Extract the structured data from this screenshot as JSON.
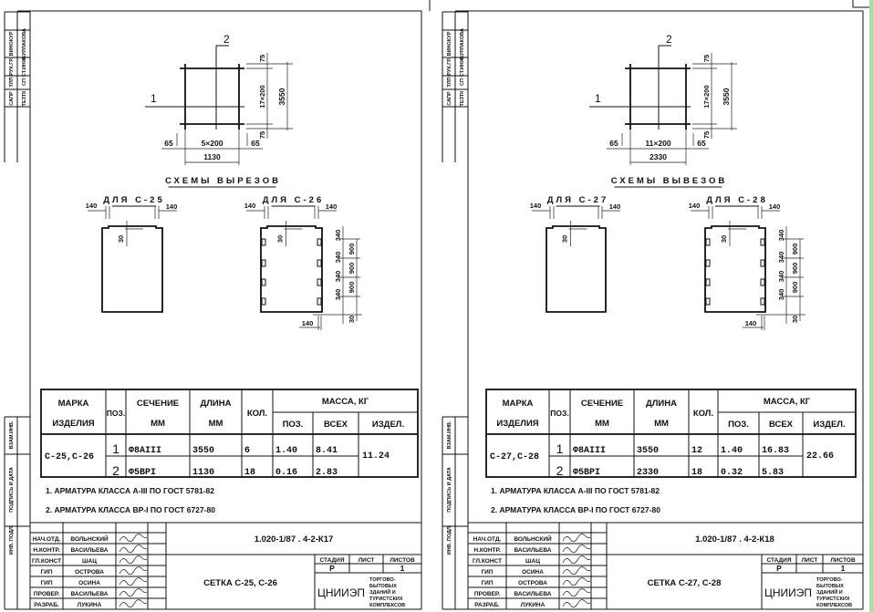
{
  "sheets": [
    {
      "stamp_top": {
        "col1": [
          "ВИНОКУР",
          "РУК.ГР.",
          "ТЛП",
          "САПР"
        ],
        "col2": [
          "БУРЛАКОВА",
          "СТ.ИНЖ.",
          "СП",
          "ТЕЗТК"
        ]
      },
      "stamp_bottom": [
        "ВЗАМ.ИНВ.",
        "ПОДПИСЬ И ДАТА",
        "ИНВ. ПОДЛ."
      ],
      "mesh": {
        "pos1": "1",
        "pos2": "2",
        "dim_top": "75",
        "dim_mid": "17×200",
        "dim_total": "3550",
        "dim_bottom": "75",
        "dim_left": "65",
        "dim_span": "5×200",
        "dim_right": "65",
        "dim_width": "1130"
      },
      "schemes_title": "СХЕМЫ ВЫРЕЗОВ",
      "cutout_a": {
        "title": "ДЛЯ С-25",
        "left": "140",
        "right": "140",
        "notch": "30"
      },
      "cutout_b": {
        "title": "ДЛЯ С-26",
        "left": "140",
        "right": "140",
        "notch": "30",
        "side": [
          "340",
          "340",
          "340",
          "340"
        ],
        "spacing": [
          "900",
          "900",
          "900"
        ],
        "bottom": "30",
        "bottom_width": "140"
      },
      "table": {
        "header": {
          "mark": [
            "МАРКА",
            "ИЗДЕЛИЯ"
          ],
          "pos": "ПОЗ.",
          "section": [
            "СЕЧЕНИЕ",
            "ММ"
          ],
          "length": [
            "ДЛИНА",
            "ММ"
          ],
          "qty": "КОЛ.",
          "mass": "МАССА, КГ",
          "mass_pos": "ПОЗ.",
          "mass_all": "ВСЕХ",
          "mass_item": "ИЗДЕЛ."
        },
        "mark": "С-25,С-26",
        "total": "11.24",
        "rows": [
          {
            "pos": "1",
            "section": "Ф8АIII",
            "length": "3550",
            "qty": "6",
            "mass_pos": "1.40",
            "mass_all": "8.41"
          },
          {
            "pos": "2",
            "section": "Ф5ВРI",
            "length": "1130",
            "qty": "18",
            "mass_pos": "0.16",
            "mass_all": "2.83"
          }
        ]
      },
      "notes": [
        "1. АРМАТУРА КЛАССА А-III  ПО ГОСТ 5781-82",
        "2. АРМАТУРА КЛАССА ВР-I  ПО ГОСТ 6727-80"
      ],
      "title_block": {
        "roles": [
          "НАЧ.ОТД.",
          "Н.КОНТР.",
          "ГЛ.КОНСТ",
          "ГИП",
          "ГИП",
          "ПРОВЕР.",
          "РАЗРАБ."
        ],
        "names": [
          "ВОЛЬНСКИЙ",
          "ВАСИЛЬЕВА",
          "ШАЦ",
          "ОСТРОВА",
          "ОСИНА",
          "ВАСИЛЬЕВА",
          "ЛУКИНА"
        ],
        "code": "1.020-1/87 . 4-2-К17",
        "name": "СЕТКА С-25, С-26",
        "stage_label": "СТАДИЯ",
        "sheet_label": "ЛИСТ",
        "sheets_label": "ЛИСТОВ",
        "stage": "Р",
        "sheets": "1",
        "org": "ЦНИИЭП",
        "org_desc": [
          "ТОРГОВО-",
          "БЫТОВЫХ",
          "ЗДАНИЙ И",
          "ТУРИСТСКИХ",
          "КОМПЛЕКСОВ"
        ]
      }
    },
    {
      "stamp_top": {
        "col1": [
          "ВИНОКУР",
          "РУК.ГР.",
          "ТЛП",
          "САПР"
        ],
        "col2": [
          "БУРЛАКОВА",
          "СТ.ИНЖ.",
          "СП",
          "ТЕЗТК"
        ]
      },
      "stamp_bottom": [
        "ВЗАМ.ИНВ.",
        "ПОДПИСЬ И ДАТА",
        "ИНВ. ПОДЛ."
      ],
      "mesh": {
        "pos1": "1",
        "pos2": "2",
        "dim_top": "75",
        "dim_mid": "17×200",
        "dim_total": "3550",
        "dim_bottom": "75",
        "dim_left": "65",
        "dim_span": "11×200",
        "dim_right": "65",
        "dim_width": "2330"
      },
      "schemes_title": "СХЕМЫ ВЫВЕЗОВ",
      "cutout_a": {
        "title": "ДЛЯ С-27",
        "left": "140",
        "right": "140",
        "notch": "30"
      },
      "cutout_b": {
        "title": "ДЛЯ С-28",
        "left": "140",
        "right": "140",
        "notch": "30",
        "side": [
          "340",
          "340",
          "340",
          "340"
        ],
        "spacing": [
          "900",
          "900",
          "900"
        ],
        "bottom": "30",
        "bottom_width": "140"
      },
      "table": {
        "header": {
          "mark": [
            "МАРКА",
            "ИЗДЕЛИЯ"
          ],
          "pos": "ПОЗ.",
          "section": [
            "СЕЧЕНИЕ",
            "ММ"
          ],
          "length": [
            "ДЛИНА",
            "ММ"
          ],
          "qty": "КОЛ.",
          "mass": "МАССА, КГ",
          "mass_pos": "ПОЗ.",
          "mass_all": "ВСЕХ",
          "mass_item": "ИЗДЕЛ."
        },
        "mark": "С-27,С-28",
        "total": "22.66",
        "rows": [
          {
            "pos": "1",
            "section": "Ф8АIII",
            "length": "3550",
            "qty": "12",
            "mass_pos": "1.40",
            "mass_all": "16.83"
          },
          {
            "pos": "2",
            "section": "Ф5ВРI",
            "length": "2330",
            "qty": "18",
            "mass_pos": "0.32",
            "mass_all": "5.83"
          }
        ]
      },
      "notes": [
        "1. АРМАТУРА КЛАССА А-III  ПО ГОСТ 5781-82",
        "2. АРМАТУРА КЛАССА ВР-I  ПО ГОСТ 6727-80"
      ],
      "title_block": {
        "roles": [
          "НАЧ.ОТД.",
          "Н.КОНТР.",
          "ГЛ.КОНСТ",
          "ГИП",
          "ГИП",
          "ПРОВЕР.",
          "РАЗРАБ."
        ],
        "names": [
          "ВОЛЬНСКИЙ",
          "ВАСИЛЬЕВА",
          "ШАЦ",
          "ОСИНА",
          "ОСТРОВА",
          "ВАСИЛЬЕВА",
          "ЛУКИНА"
        ],
        "code": "1.020-1/87 . 4-2-К18",
        "name": "СЕТКА С-27, С-28",
        "stage_label": "СТАДИЯ",
        "sheet_label": "ЛИСТ",
        "sheets_label": "ЛИСТОВ",
        "stage": "Р",
        "sheets": "1",
        "org": "ЦНИИЭП",
        "org_desc": [
          "ТОРГОВО-",
          "БЫТОВЫХ",
          "ЗДАНИЙ И",
          "ТУРИСТСКИХ",
          "КОМПЛЕКСОВ"
        ]
      }
    }
  ],
  "colors": {
    "ink": "#111111",
    "paper": "#ffffff",
    "edge": "#8ef08e"
  }
}
